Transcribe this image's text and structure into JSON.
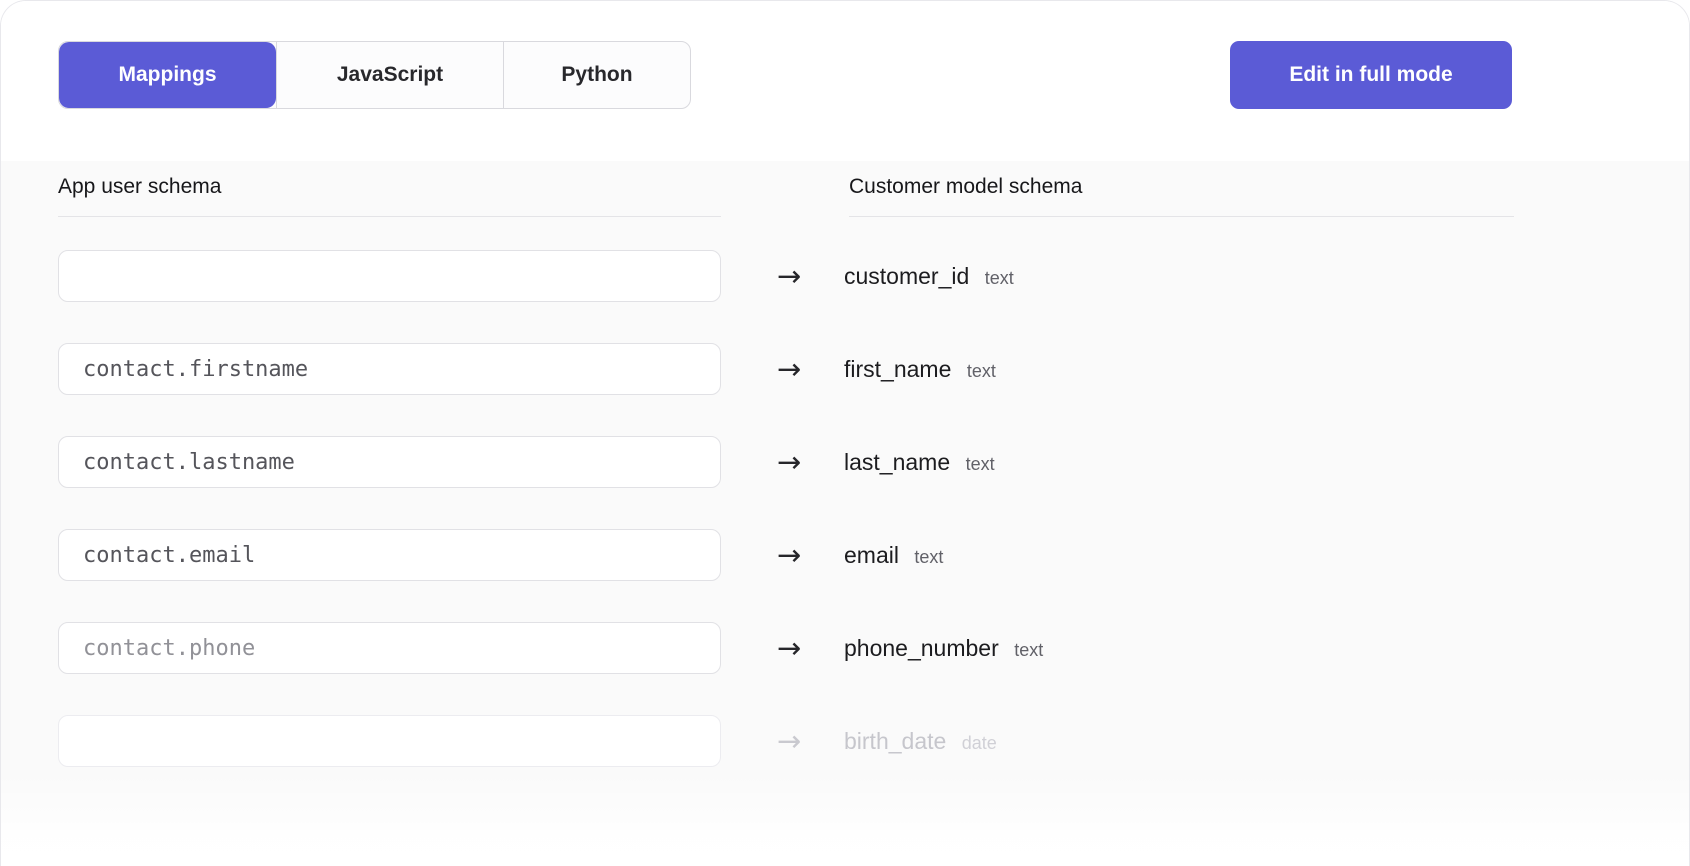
{
  "colors": {
    "accent": "#5b5bd6"
  },
  "tabs": [
    {
      "label": "Mappings",
      "active": true
    },
    {
      "label": "JavaScript",
      "active": false
    },
    {
      "label": "Python",
      "active": false
    }
  ],
  "edit_button_label": "Edit in full mode",
  "columns": {
    "left_header": "App user schema",
    "right_header": "Customer model schema"
  },
  "arrow_glyph": "→",
  "rows": [
    {
      "value": "",
      "placeholder": "",
      "field": "customer_id",
      "type": "text",
      "faded": false
    },
    {
      "value": "contact.firstname",
      "placeholder": "",
      "field": "first_name",
      "type": "text",
      "faded": false
    },
    {
      "value": "contact.lastname",
      "placeholder": "",
      "field": "last_name",
      "type": "text",
      "faded": false
    },
    {
      "value": "contact.email",
      "placeholder": "",
      "field": "email",
      "type": "text",
      "faded": false
    },
    {
      "value": "",
      "placeholder": "contact.phone",
      "field": "phone_number",
      "type": "text",
      "faded": false
    },
    {
      "value": "",
      "placeholder": "",
      "field": "birth_date",
      "type": "date",
      "faded": true
    }
  ]
}
